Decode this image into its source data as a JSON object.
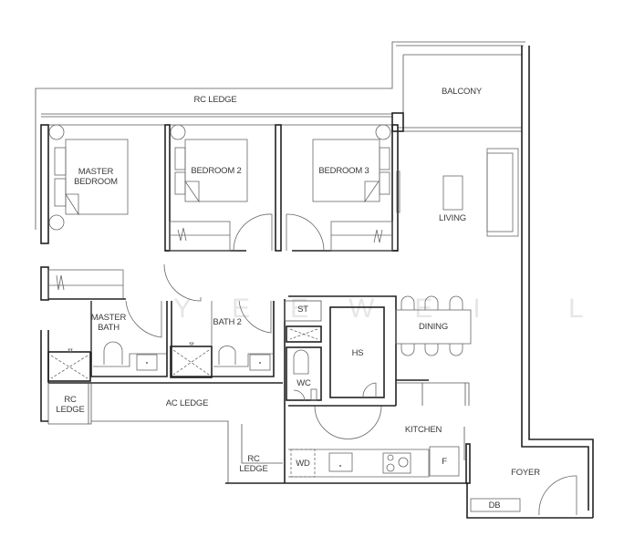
{
  "floorplan": {
    "watermark": "YEEWEI LING",
    "rooms": {
      "rc_ledge_top": "RC LEDGE",
      "balcony": "BALCONY",
      "master_bedroom": "MASTER\nBEDROOM",
      "bedroom_2": "BEDROOM 2",
      "bedroom_3": "BEDROOM 3",
      "living": "LIVING",
      "master_bath": "MASTER\nBATH",
      "bath_2": "BATH 2",
      "st": "ST",
      "dining": "DINING",
      "hs": "HS",
      "wc": "WC",
      "rc_ledge_left": "RC\nLEDGE",
      "ac_ledge": "AC LEDGE",
      "kitchen": "KITCHEN",
      "rc_ledge_bottom": "RC\nLEDGE",
      "wd": "WD",
      "fridge": "F",
      "foyer": "FOYER",
      "db": "DB"
    },
    "colors": {
      "wall": "#222222",
      "fixture": "#666666",
      "text": "#3a3a3a"
    }
  }
}
